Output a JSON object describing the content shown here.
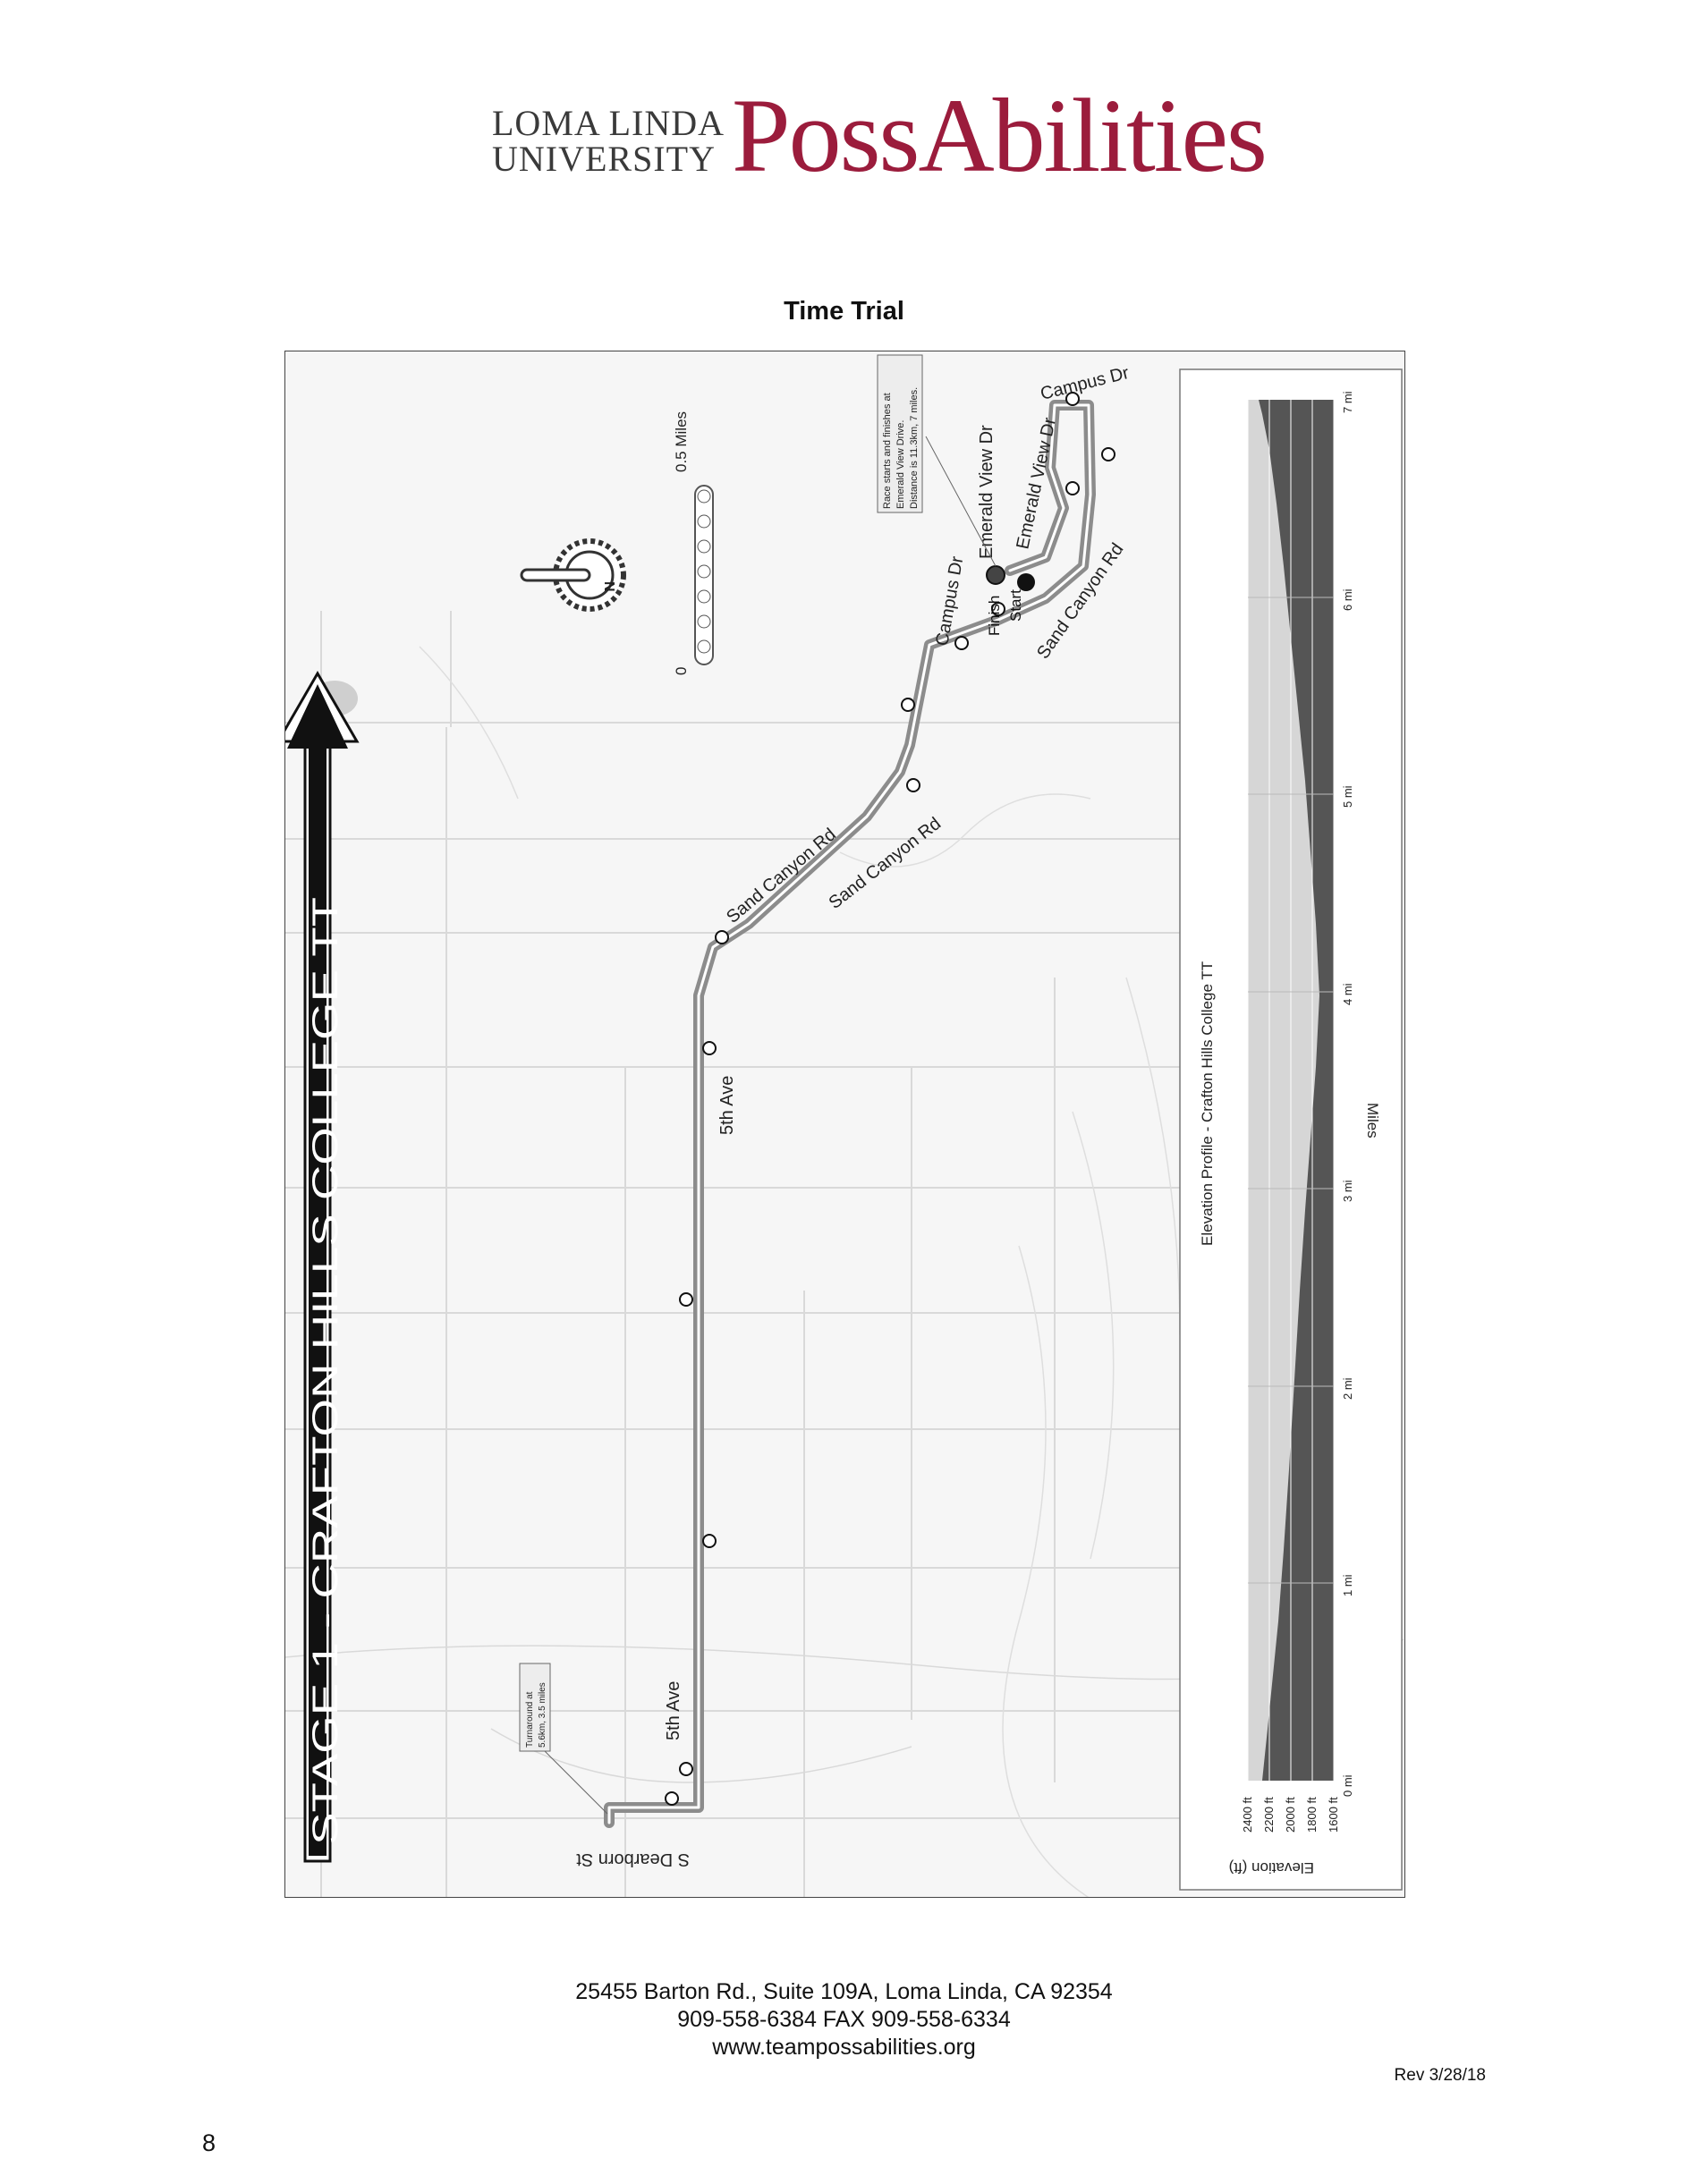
{
  "logo": {
    "university_line1": "LOMA LINDA",
    "university_line2": "UNIVERSITY",
    "brand": "PossAbilities",
    "brand_color": "#9b1c3c"
  },
  "page_title": "Time Trial",
  "map": {
    "stage_banner": "STAGE 1 - CRAFTON HILLS COLLEGE TT",
    "scale_start": "0",
    "scale_end": "0.5 Miles",
    "north_label": "N",
    "start_note": [
      "Race starts and finishes at",
      "Emerald View Drive.",
      "Distance is 11.3km, 7 miles."
    ],
    "turnaround_note": [
      "Turnaround at",
      "5.6km, 3.5 miles"
    ],
    "start_label": "Start",
    "finish_label": "Finish",
    "street_labels": {
      "campus_dr_top": "Campus Dr",
      "campus_dr_left": "Campus Dr",
      "emerald_view_1": "Emerald View Dr",
      "emerald_view_2": "Emerald View Dr",
      "sand_canyon_1": "Sand Canyon Rd",
      "sand_canyon_2": "Sand Canyon Rd",
      "sand_canyon_3": "Sand Canyon Rd",
      "fifth_ave_1": "5th Ave",
      "fifth_ave_2": "5th Ave",
      "dearborn": "S Dearborn St"
    },
    "route_color": "#8c8c8c",
    "elevation_profile": {
      "title": "Elevation Profile - Crafton Hills College TT",
      "y_axis_label": "Elevation (ft)",
      "x_axis_label": "Miles",
      "y_ticks": [
        "2400 ft",
        "2200 ft",
        "2000 ft",
        "1800 ft",
        "1600 ft"
      ],
      "x_ticks": [
        "0 mi",
        "1 mi",
        "2 mi",
        "3 mi",
        "4 mi",
        "5 mi",
        "6 mi",
        "7 mi"
      ]
    }
  },
  "footer": {
    "address": "25455 Barton Rd., Suite 109A, Loma Linda, CA 92354",
    "phone": "909-558-6384 FAX 909-558-6334",
    "website": "www.teampossabilities.org"
  },
  "revision": "Rev 3/28/18",
  "page_number": "8"
}
